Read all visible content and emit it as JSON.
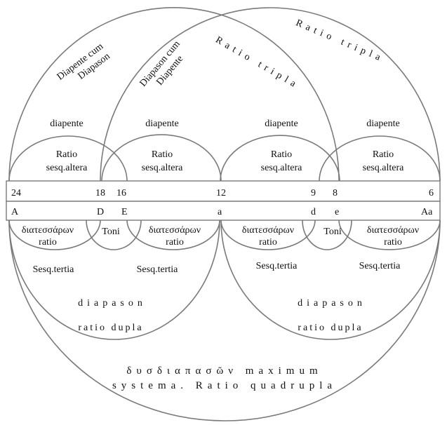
{
  "upper": {
    "diapente_cum_diapason": [
      "Diapente cum",
      "Diapason"
    ],
    "diapason_cum_diapente": [
      "Diapason cum",
      "Diapente"
    ],
    "ratio_tripla_left": "Ratio tripla",
    "ratio_tripla_right": "Ratio tripla",
    "fifths": [
      {
        "name": "diapente",
        "ratio": [
          "Ratio",
          "sesq.altera"
        ]
      },
      {
        "name": "diapente",
        "ratio": [
          "Ratio",
          "sesq.altera"
        ]
      },
      {
        "name": "diapente",
        "ratio": [
          "Ratio",
          "sesq.altera"
        ]
      },
      {
        "name": "diapente",
        "ratio": [
          "Ratio",
          "sesq.altera"
        ]
      }
    ]
  },
  "scale": {
    "numbers": [
      "24",
      "18",
      "16",
      "12",
      "9",
      "8",
      "6"
    ],
    "notes": [
      "A",
      "D",
      "E",
      "a",
      "d",
      "e",
      "Aa"
    ]
  },
  "lower": {
    "fourths": [
      {
        "name": "διατεσσάρων",
        "ratio": "ratio"
      },
      {
        "name": "διατεσσάρων",
        "ratio": "ratio"
      },
      {
        "name": "διατεσσάρων",
        "ratio": "ratio"
      },
      {
        "name": "διατεσσάρων",
        "ratio": "ratio"
      }
    ],
    "toni": [
      "Toni",
      "Toni"
    ],
    "sesq_tertia": [
      "Sesq.tertia",
      "Sesq.tertia",
      "Sesq.tertia",
      "Sesq.tertia"
    ],
    "octaves": [
      {
        "name": "diapason",
        "ratio": "ratio dupla"
      },
      {
        "name": "diapason",
        "ratio": "ratio dupla"
      }
    ],
    "double_octave": [
      "δυσδιαπασῶν maximum",
      "systema. Ratio quadrupla"
    ]
  }
}
